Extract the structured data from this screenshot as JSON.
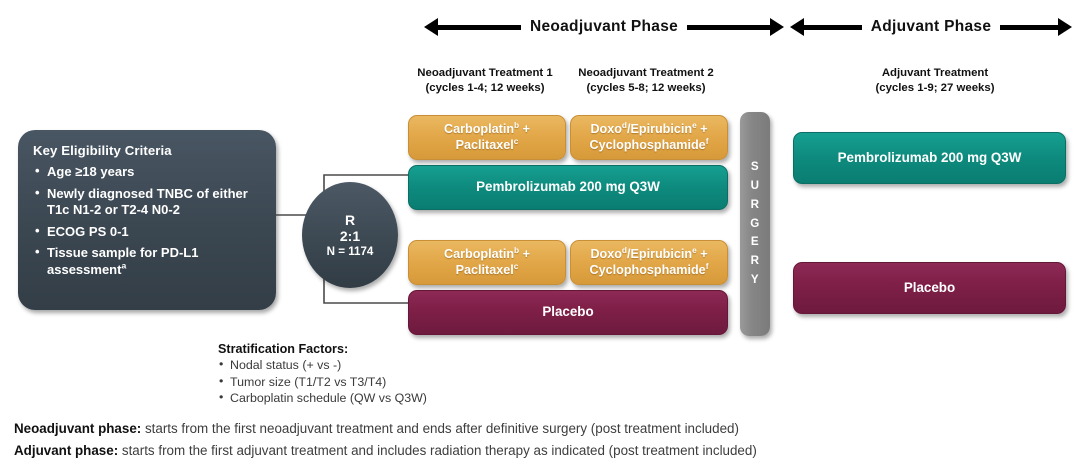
{
  "phases": {
    "neoadjuvant": {
      "label": "Neoadjuvant Phase"
    },
    "adjuvant": {
      "label": "Adjuvant Phase"
    }
  },
  "columns": {
    "neo1": {
      "title": "Neoadjuvant Treatment 1",
      "detail": "(cycles 1-4; 12 weeks)"
    },
    "neo2": {
      "title": "Neoadjuvant Treatment 2",
      "detail": "(cycles 5-8; 12 weeks)"
    },
    "adj": {
      "title": "Adjuvant Treatment",
      "detail": "(cycles 1-9; 27 weeks)"
    }
  },
  "eligibility": {
    "title": "Key Eligibility  Criteria",
    "items": [
      "Age ≥18 years",
      "Newly diagnosed TNBC of either T1c N1-2 or T2-4 N0-2",
      "ECOG  PS 0-1",
      "Tissue sample for PD-L1 assessment"
    ],
    "item4_superscript": "a"
  },
  "randomization": {
    "line1": "R",
    "line2": "2:1",
    "line3": "N = 1174"
  },
  "arms": {
    "upper": {
      "chemo1": {
        "line1": "Carboplatin",
        "sup1": "b",
        "plus": " +",
        "line2": "Paclitaxel",
        "sup2": "c"
      },
      "chemo2": {
        "line1": "Doxo",
        "sup1": "d",
        "mid": "/Epirubicin",
        "sup2": "e",
        "plus": " +",
        "line2": "Cyclophosphamide",
        "sup3": "f"
      },
      "backbone": "Pembrolizumab 200 mg Q3W",
      "adjuvant": "Pembrolizumab 200 mg Q3W"
    },
    "lower": {
      "chemo1": {
        "line1": "Carboplatin",
        "sup1": "b",
        "plus": " +",
        "line2": "Paclitaxel",
        "sup2": "c"
      },
      "chemo2": {
        "line1": "Doxo",
        "sup1": "d",
        "mid": "/Epirubicin",
        "sup2": "e",
        "plus": " +",
        "line2": "Cyclophosphamide",
        "sup3": "f"
      },
      "backbone": "Placebo",
      "adjuvant": "Placebo"
    }
  },
  "surgery": {
    "label": "SURGERY",
    "letters": [
      "S",
      "U",
      "R",
      "G",
      "E",
      "R",
      "Y"
    ]
  },
  "stratification": {
    "title": "Stratification Factors:",
    "items": [
      "Nodal status (+ vs -)",
      "Tumor size (T1/T2 vs T3/T4)",
      "Carboplatin schedule (QW vs Q3W)"
    ]
  },
  "footnotes": [
    {
      "bold": "Neoadjuvant phase:",
      "text": " starts from the first neoadjuvant treatment and ends after definitive surgery (post treatment included)"
    },
    {
      "bold": "Adjuvant phase:",
      "text": " starts from the first adjuvant treatment and includes radiation therapy as indicated (post treatment included)"
    }
  ],
  "colors": {
    "chemo": "#e2a748",
    "pembrolizumab": "#0e8c7f",
    "placebo": "#7e1f47",
    "surgery": "#868686",
    "panel": "#3b4751",
    "arrow": "#000000"
  }
}
